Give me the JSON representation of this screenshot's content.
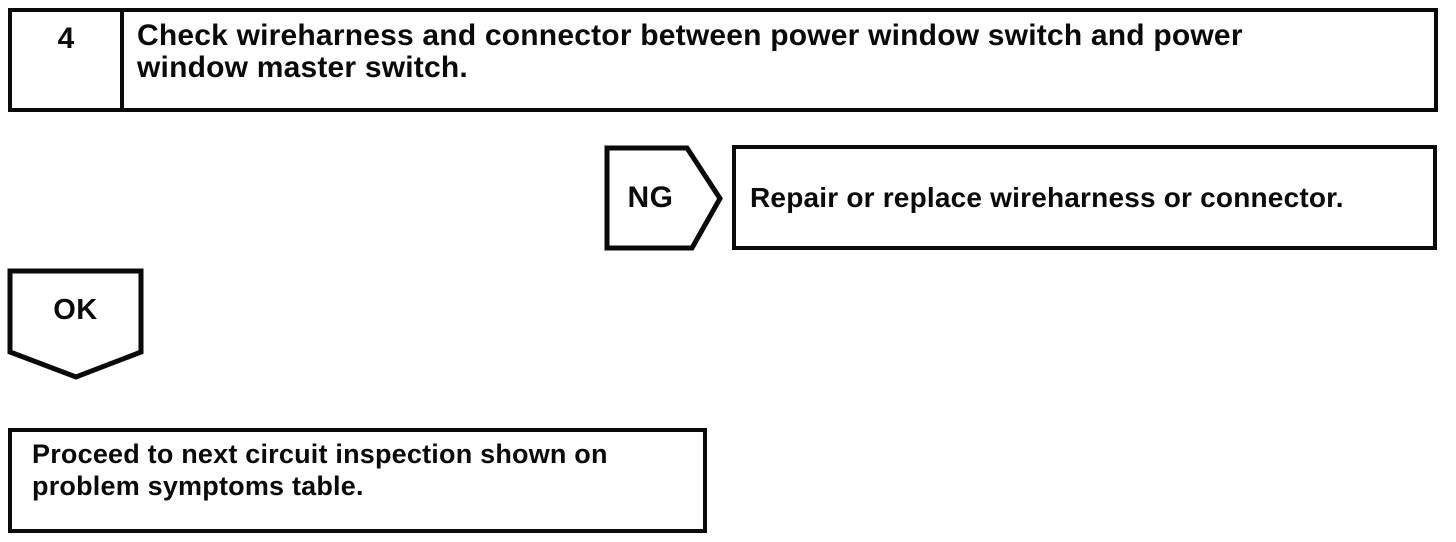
{
  "meta": {
    "colors": {
      "ink": "#0a0a0a",
      "paper": "#ffffff"
    }
  },
  "flowchart": {
    "step": {
      "number": "4",
      "instruction": "Check wireharness and connector between power window switch and power window master switch.",
      "instruction_lines": [
        "Check wireharness and connector between power window switch and power",
        "window master switch."
      ]
    },
    "ng": {
      "label": "NG",
      "action": "Repair or replace wireharness or connector."
    },
    "ok": {
      "label": "OK",
      "action": "Proceed to next circuit inspection shown on problem symptoms table.",
      "action_lines": [
        "Proceed to next circuit inspection shown on",
        "problem symptoms table."
      ]
    }
  }
}
